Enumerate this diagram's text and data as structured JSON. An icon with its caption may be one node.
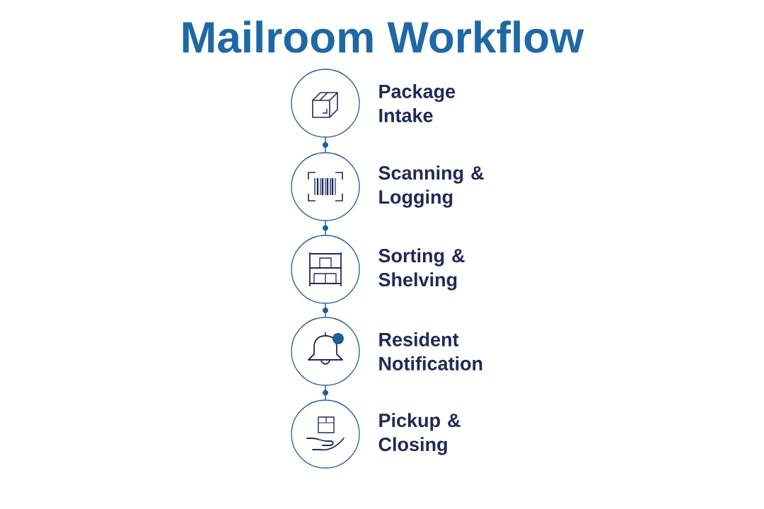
{
  "diagram": {
    "title": "Mailroom Workflow",
    "nodes": [
      {
        "text": [],
        "shape": "circle",
        "beside": [
          "Package Intake"
        ]
      },
      {
        "text": [],
        "shape": "circle",
        "beside": [
          "Scanning & Logging"
        ]
      },
      {
        "text": [],
        "shape": "circle",
        "beside": [
          "Sorting & Shelving"
        ]
      },
      {
        "text": [],
        "shape": "circle",
        "beside": [
          "Resident Notification"
        ]
      },
      {
        "text": [],
        "shape": "circle",
        "beside": [
          "Pickup & Closing"
        ]
      }
    ],
    "edges": [
      {
        "from": 0,
        "to": 1,
        "arrow": "none"
      },
      {
        "from": 1,
        "to": 2,
        "arrow": "none"
      },
      {
        "from": 2,
        "to": 3,
        "arrow": "none"
      },
      {
        "from": 3,
        "to": 4,
        "arrow": "none"
      }
    ]
  }
}
